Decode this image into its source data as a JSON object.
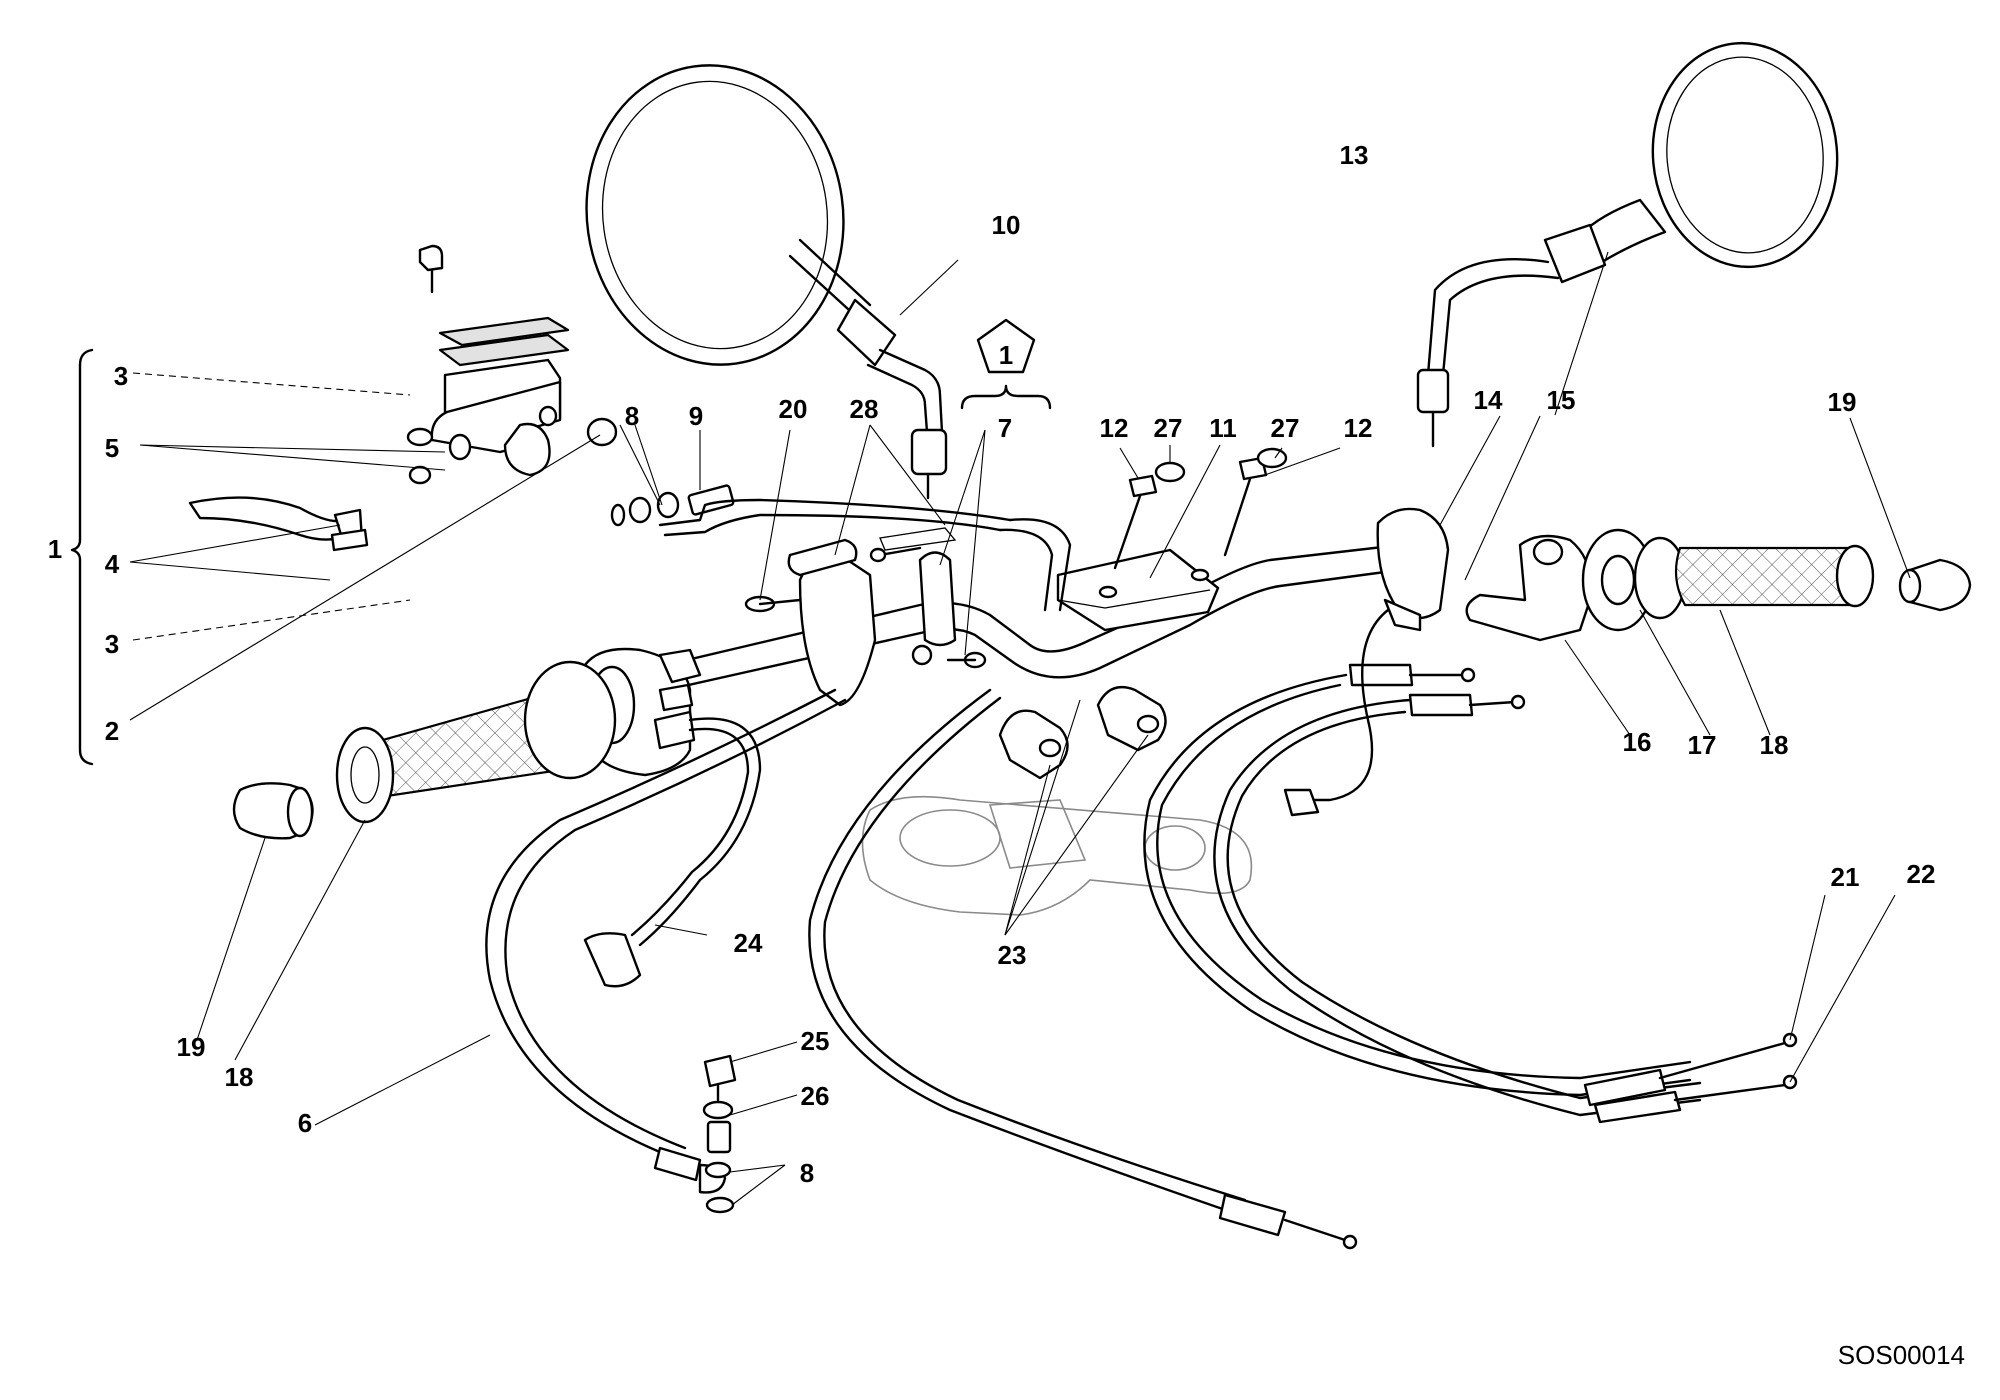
{
  "drawing_code": "SOS00014",
  "callouts": {
    "c1": "1",
    "c2": "2",
    "c3a": "3",
    "c3b": "3",
    "c4": "4",
    "c5": "5",
    "c6": "6",
    "c7": "7",
    "c8a": "8",
    "c8b": "8",
    "c9": "9",
    "c10": "10",
    "c11": "11",
    "c12a": "12",
    "c12b": "12",
    "c13": "13",
    "c14": "14",
    "c15": "15",
    "c16": "16",
    "c17": "17",
    "c18a": "18",
    "c18b": "18",
    "c19a": "19",
    "c19b": "19",
    "c20": "20",
    "c21": "21",
    "c22": "22",
    "c23": "23",
    "c24": "24",
    "c25": "25",
    "c26": "26",
    "c27a": "27",
    "c27b": "27",
    "c28": "28"
  },
  "note_symbol": "1"
}
